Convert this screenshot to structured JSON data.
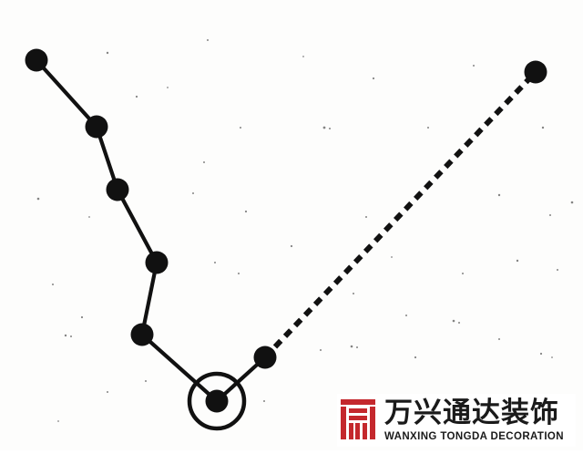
{
  "figure": {
    "background": "#fdfdfc",
    "ink_color": "#111111",
    "solid_path_nodes": 7,
    "highlighted_node": "turning point (ringed)",
    "dashed_segment": "from node after turning point to upper-right endpoint"
  },
  "watermark": {
    "brand_cn": "万兴通达装饰",
    "brand_en": "WANXING TONGDA DECORATION",
    "logo_color": "#c4282d",
    "text_color": "#1a1a1a"
  }
}
